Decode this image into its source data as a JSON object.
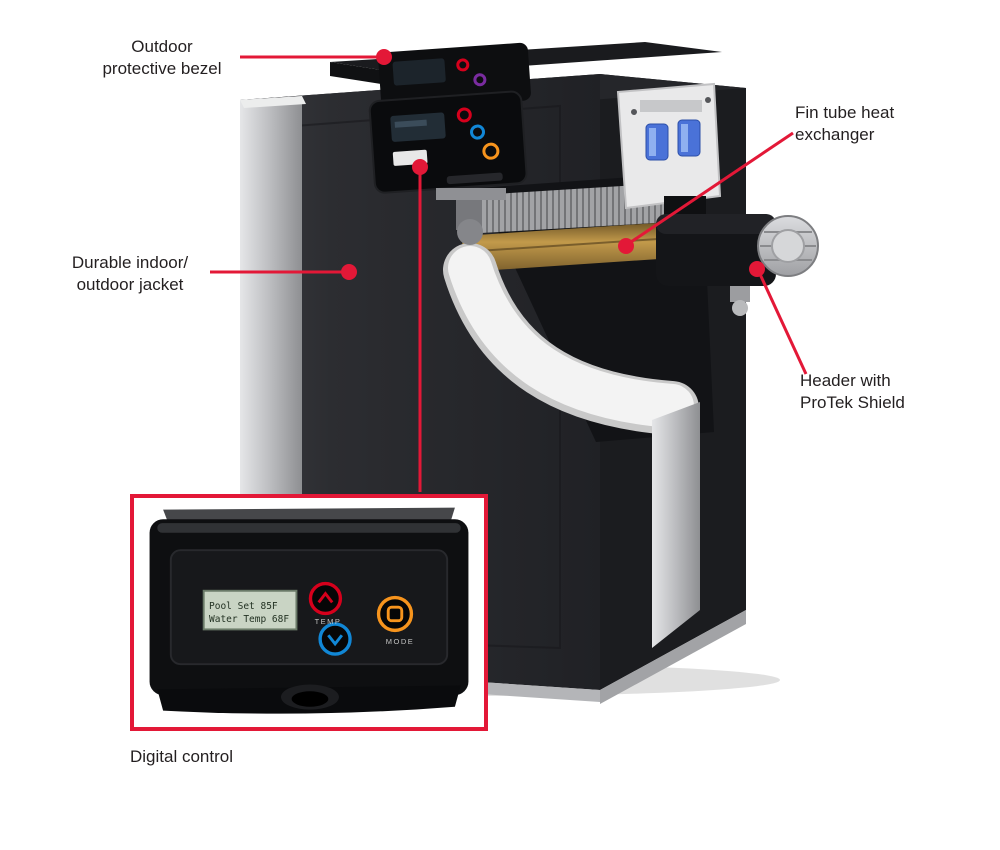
{
  "colors": {
    "callout_red": "#e31837",
    "up_button_red": "#d6001c",
    "down_button_blue": "#1187d6",
    "mode_button_orange": "#f7941d",
    "lcd_background": "#c9d4c4",
    "jacket_dark": "#2c2d31",
    "trim_silver": "#bfc0c3",
    "fin_tube_copper": "#c29a4b"
  },
  "callouts": {
    "outdoor_bezel": {
      "label": "Outdoor\nprotective bezel"
    },
    "fin_tube": {
      "label": "Fin tube heat\nexchanger"
    },
    "jacket": {
      "label": "Durable indoor/\noutdoor jacket"
    },
    "header": {
      "label": "Header with\nProTek Shield"
    },
    "digital_control": {
      "label": "Digital control"
    }
  },
  "control_panel": {
    "lcd_line1": "Pool Set  85F",
    "lcd_line2": "Water Temp 68F",
    "temp_label": "TEMP",
    "mode_label": "MODE"
  }
}
